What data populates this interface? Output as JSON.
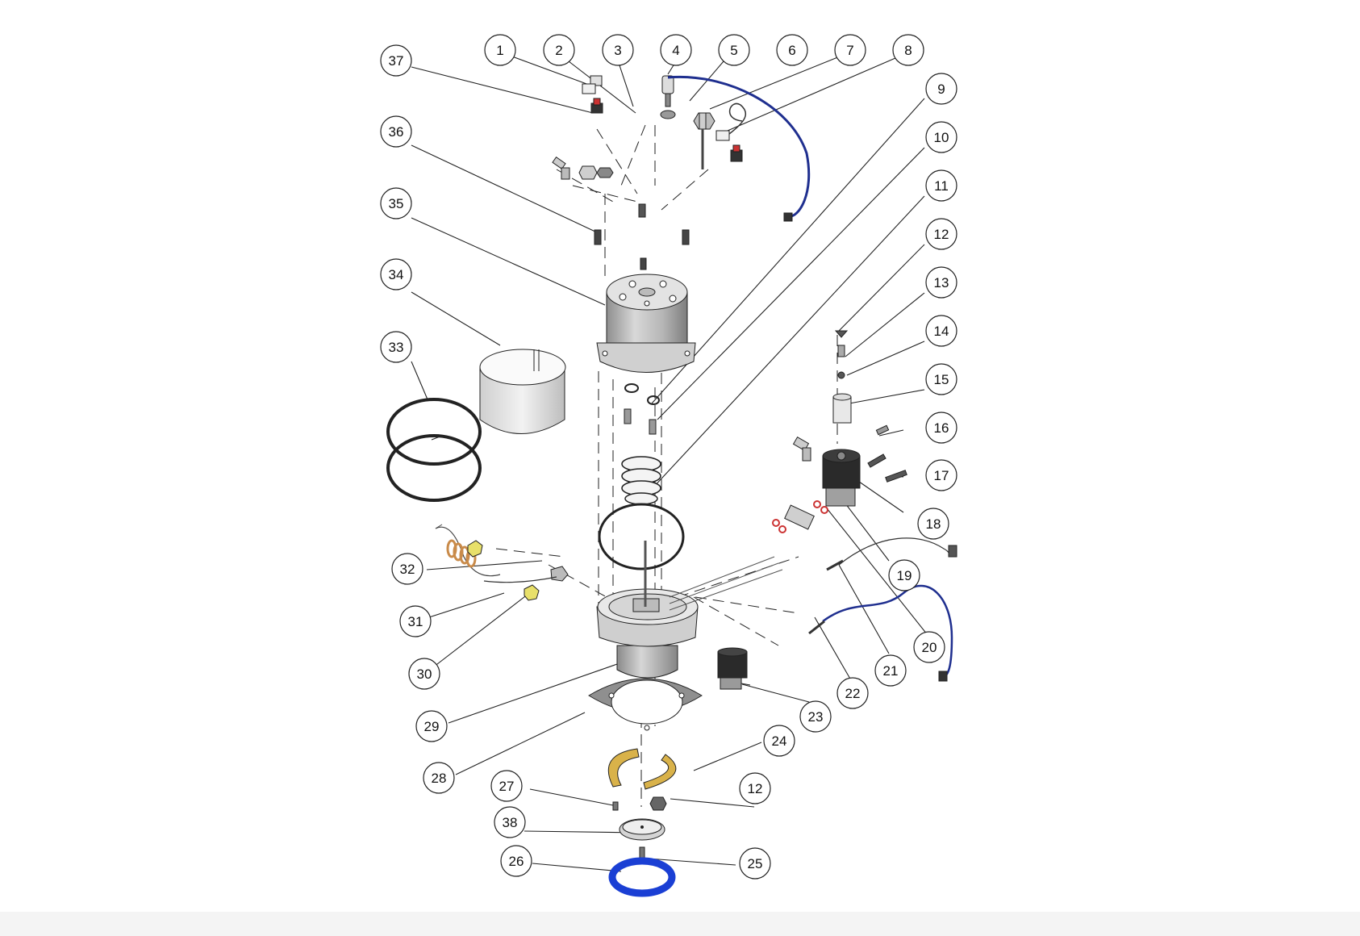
{
  "diagram": {
    "callouts": [
      {
        "id": "c1",
        "label": "1"
      },
      {
        "id": "c2",
        "label": "2"
      },
      {
        "id": "c3",
        "label": "3"
      },
      {
        "id": "c4",
        "label": "4"
      },
      {
        "id": "c5",
        "label": "5"
      },
      {
        "id": "c6",
        "label": "6"
      },
      {
        "id": "c7",
        "label": "7"
      },
      {
        "id": "c8",
        "label": "8"
      },
      {
        "id": "c9",
        "label": "9"
      },
      {
        "id": "c10",
        "label": "10"
      },
      {
        "id": "c11",
        "label": "11"
      },
      {
        "id": "c12a",
        "label": "12"
      },
      {
        "id": "c13",
        "label": "13"
      },
      {
        "id": "c14",
        "label": "14"
      },
      {
        "id": "c15",
        "label": "15"
      },
      {
        "id": "c16",
        "label": "16"
      },
      {
        "id": "c17",
        "label": "17"
      },
      {
        "id": "c18",
        "label": "18"
      },
      {
        "id": "c19",
        "label": "19"
      },
      {
        "id": "c20",
        "label": "20"
      },
      {
        "id": "c21",
        "label": "21"
      },
      {
        "id": "c22",
        "label": "22"
      },
      {
        "id": "c23",
        "label": "23"
      },
      {
        "id": "c24",
        "label": "24"
      },
      {
        "id": "c25",
        "label": "25"
      },
      {
        "id": "c26",
        "label": "26"
      },
      {
        "id": "c27",
        "label": "27"
      },
      {
        "id": "c28",
        "label": "28"
      },
      {
        "id": "c29",
        "label": "29"
      },
      {
        "id": "c30",
        "label": "30"
      },
      {
        "id": "c31",
        "label": "31"
      },
      {
        "id": "c32",
        "label": "32"
      },
      {
        "id": "c33",
        "label": "33"
      },
      {
        "id": "c34",
        "label": "34"
      },
      {
        "id": "c35",
        "label": "35"
      },
      {
        "id": "c36",
        "label": "36"
      },
      {
        "id": "c37",
        "label": "37"
      },
      {
        "id": "c38",
        "label": "38"
      },
      {
        "id": "c12b",
        "label": "12"
      }
    ],
    "colors": {
      "wire_blue": "#1f2f8f",
      "seal_blue": "#1a3fd4",
      "brass": "#d9b24a",
      "fitting_yellow": "#e8e06a",
      "copper": "#c98b4a",
      "solenoid_dark": "#2a2a2a",
      "line": "#222222"
    }
  }
}
